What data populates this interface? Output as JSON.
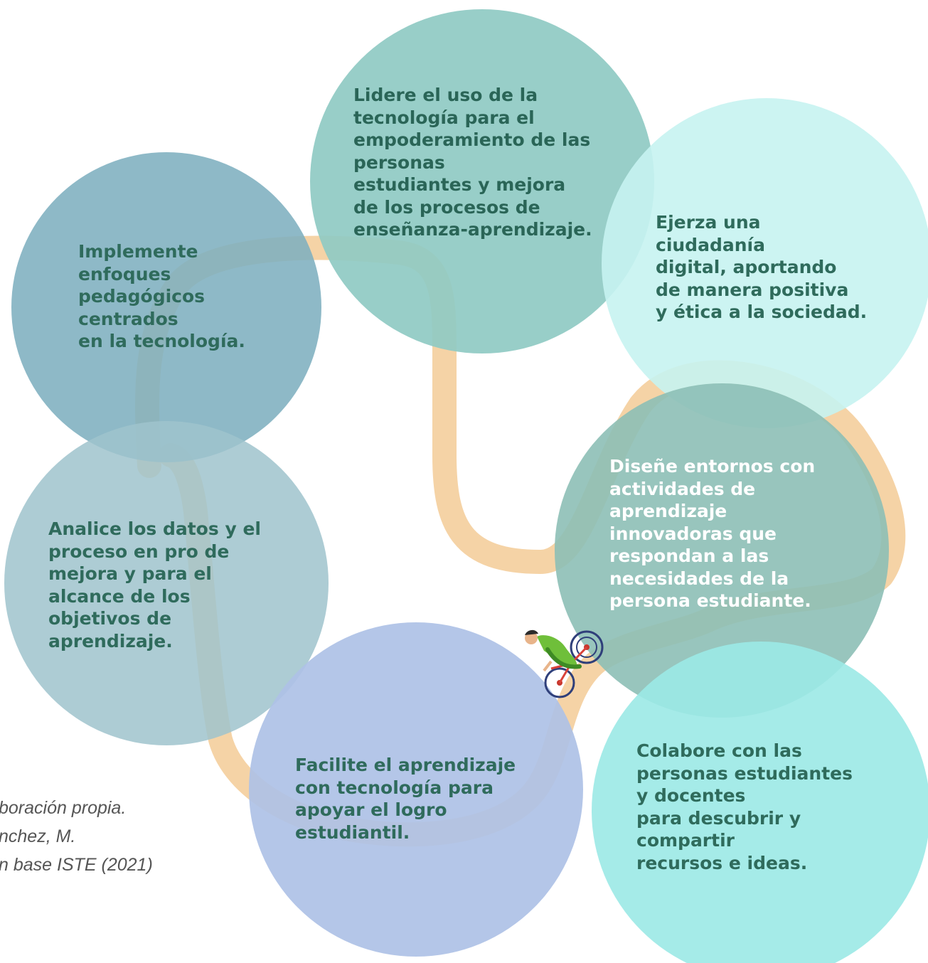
{
  "colors": {
    "path": "#f5d3a6",
    "circle_top": "#8fcac3",
    "circle_top_right": "#c6f3f1",
    "circle_top_left": "#7eafbf",
    "circle_mid_left": "#9fc3cd",
    "circle_right": "#8dbfb6",
    "circle_bottom": "#aec1e6",
    "circle_bottom_right": "#9be9e6",
    "text_dark": "#2f6b5c",
    "text_darker": "#225e51",
    "credit": "#555555"
  },
  "circles": [
    {
      "id": "top",
      "text": "Lidere el uso de la\ntecnología para el\nempoderamiento de las\npersonas\nestudiantes y mejora\nde los procesos de\nenseñanza-aprendizaje."
    },
    {
      "id": "top_right",
      "text": "Ejerza una\nciudadanía\ndigital, aportando\nde manera positiva\ny ética a la sociedad."
    },
    {
      "id": "top_left",
      "text": "Implemente\nenfoques\npedagógicos\ncentrados\nen la tecnología."
    },
    {
      "id": "mid_left",
      "text": "Analice los datos y el\nproceso en pro de\nmejora y para el\nalcance de los\nobjetivos de\naprendizaje."
    },
    {
      "id": "right",
      "text": "Diseñe entornos con\nactividades de\naprendizaje\ninnovadoras que\nrespondan a las\nnecesidades de la\npersona estudiante."
    },
    {
      "id": "bottom",
      "text": "Facilite el aprendizaje\ncon tecnología para\napoyar el logro\nestudiantil."
    },
    {
      "id": "bottom_right",
      "text": "Colabore con las\npersonas estudiantes\ny docentes\npara descubrir y\ncompartir\nrecursos e ideas."
    }
  ],
  "credit": {
    "line1": "boración propia.",
    "line2": "nchez, M.",
    "line3": "n base ISTE (2021)"
  },
  "icons": {
    "cyclist": "cyclist-icon"
  }
}
